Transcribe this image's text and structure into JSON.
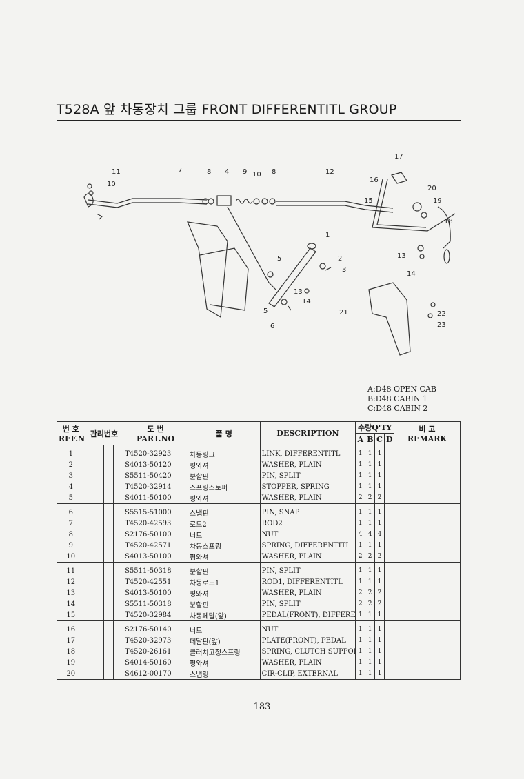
{
  "header": {
    "title": "T528A 앞 차동장치 그룹 FRONT DIFFERENTITL GROUP"
  },
  "diagram": {
    "callouts": [
      "11",
      "10",
      "7",
      "8",
      "4",
      "9",
      "10",
      "8",
      "12",
      "17",
      "16",
      "20",
      "15",
      "19",
      "18",
      "1",
      "5",
      "2",
      "3",
      "13",
      "14",
      "13",
      "14",
      "5",
      "6",
      "21",
      "22",
      "23"
    ]
  },
  "legend": [
    "A:D48 OPEN CAB",
    "B:D48 CABIN 1",
    "C:D48 CABIN 2"
  ],
  "table": {
    "headers": {
      "ref_kr": "번 호",
      "ref_en": "REF.NO",
      "mgmt": "관리번호",
      "part_kr": "도 번",
      "part_en": "PART.NO",
      "name_kr": "품 명",
      "desc": "DESCRIPTION",
      "qty": "수량Q'TY",
      "qa": "A",
      "qb": "B",
      "qc": "C",
      "qd": "D",
      "remark_kr": "비 고",
      "remark_en": "REMARK"
    },
    "rows": [
      {
        "ref": "1",
        "part": "T4520-32923",
        "name": "차동링크",
        "desc": "LINK, DIFFERENTITL",
        "a": "1",
        "b": "1",
        "c": "1"
      },
      {
        "ref": "2",
        "part": "S4013-50120",
        "name": "평와셔",
        "desc": "WASHER, PLAIN",
        "a": "1",
        "b": "1",
        "c": "1"
      },
      {
        "ref": "3",
        "part": "S5511-50420",
        "name": "분할핀",
        "desc": "PIN, SPLIT",
        "a": "1",
        "b": "1",
        "c": "1"
      },
      {
        "ref": "4",
        "part": "T4520-32914",
        "name": "스프링스토퍼",
        "desc": "STOPPER, SPRING",
        "a": "1",
        "b": "1",
        "c": "1"
      },
      {
        "ref": "5",
        "part": "S4011-50100",
        "name": "평와셔",
        "desc": "WASHER, PLAIN",
        "a": "2",
        "b": "2",
        "c": "2"
      },
      {
        "ref": "6",
        "part": "S5515-51000",
        "name": "스냅핀",
        "desc": "PIN, SNAP",
        "a": "1",
        "b": "1",
        "c": "1"
      },
      {
        "ref": "7",
        "part": "T4520-42593",
        "name": "로드2",
        "desc": "ROD2",
        "a": "1",
        "b": "1",
        "c": "1"
      },
      {
        "ref": "8",
        "part": "S2176-50100",
        "name": "너트",
        "desc": "NUT",
        "a": "4",
        "b": "4",
        "c": "4"
      },
      {
        "ref": "9",
        "part": "T4520-42571",
        "name": "차동스프링",
        "desc": "SPRING, DIFFERENTITL",
        "a": "1",
        "b": "1",
        "c": "1"
      },
      {
        "ref": "10",
        "part": "S4013-50100",
        "name": "평와셔",
        "desc": "WASHER, PLAIN",
        "a": "2",
        "b": "2",
        "c": "2"
      },
      {
        "ref": "11",
        "part": "S5511-50318",
        "name": "분할핀",
        "desc": "PIN, SPLIT",
        "a": "1",
        "b": "1",
        "c": "1"
      },
      {
        "ref": "12",
        "part": "T4520-42551",
        "name": "차동로드1",
        "desc": "ROD1, DIFFERENTITL",
        "a": "1",
        "b": "1",
        "c": "1"
      },
      {
        "ref": "13",
        "part": "S4013-50100",
        "name": "평와셔",
        "desc": "WASHER, PLAIN",
        "a": "2",
        "b": "2",
        "c": "2"
      },
      {
        "ref": "14",
        "part": "S5511-50318",
        "name": "분할핀",
        "desc": "PIN, SPLIT",
        "a": "2",
        "b": "2",
        "c": "2"
      },
      {
        "ref": "15",
        "part": "T4520-32984",
        "name": "차동페달(앞)",
        "desc": "PEDAL(FRONT), DIFFERENTITL",
        "a": "1",
        "b": "1",
        "c": "1"
      },
      {
        "ref": "16",
        "part": "S2176-50140",
        "name": "너트",
        "desc": "NUT",
        "a": "1",
        "b": "1",
        "c": "1"
      },
      {
        "ref": "17",
        "part": "T4520-32973",
        "name": "페달판(앞)",
        "desc": "PLATE(FRONT), PEDAL",
        "a": "1",
        "b": "1",
        "c": "1"
      },
      {
        "ref": "18",
        "part": "T4520-26161",
        "name": "클러치고정스프링",
        "desc": "SPRING, CLUTCH SUPPORT",
        "a": "1",
        "b": "1",
        "c": "1"
      },
      {
        "ref": "19",
        "part": "S4014-50160",
        "name": "평와셔",
        "desc": "WASHER, PLAIN",
        "a": "1",
        "b": "1",
        "c": "1"
      },
      {
        "ref": "20",
        "part": "S4612-00170",
        "name": "스냅링",
        "desc": "CIR-CLIP, EXTERNAL",
        "a": "1",
        "b": "1",
        "c": "1"
      }
    ]
  },
  "footer": {
    "page": "- 183 -"
  }
}
